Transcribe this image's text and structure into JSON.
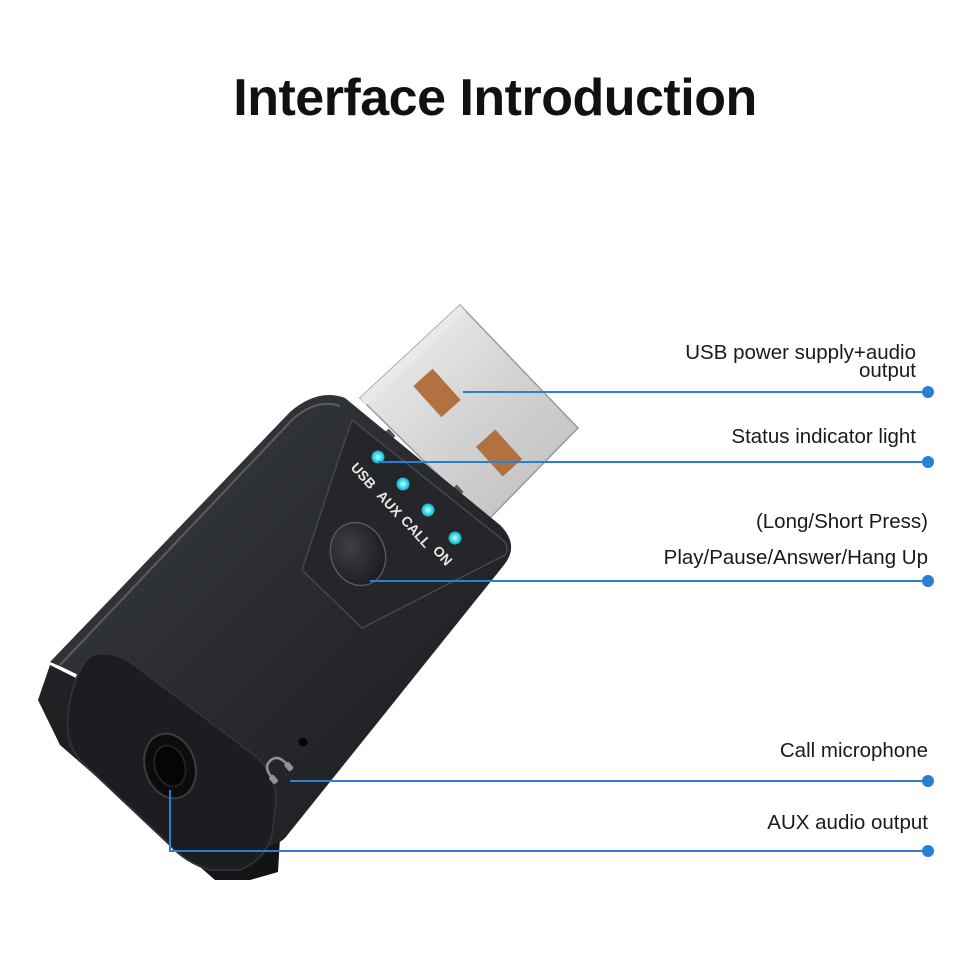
{
  "title": "Interface Introduction",
  "accent_color": "#2a7fd4",
  "led_color": "#49e6f2",
  "device_labels": {
    "led_1": "USB",
    "led_2": "AUX",
    "led_3": "CALL",
    "led_4": "ON"
  },
  "callouts": [
    {
      "line1": "USB power supply+audio",
      "line2": "output"
    },
    {
      "line1": "Status indicator light"
    },
    {
      "line1": "(Long/Short Press)",
      "line2": "Play/Pause/Answer/Hang Up"
    },
    {
      "line1": "Call microphone"
    },
    {
      "line1": "AUX audio output"
    }
  ]
}
